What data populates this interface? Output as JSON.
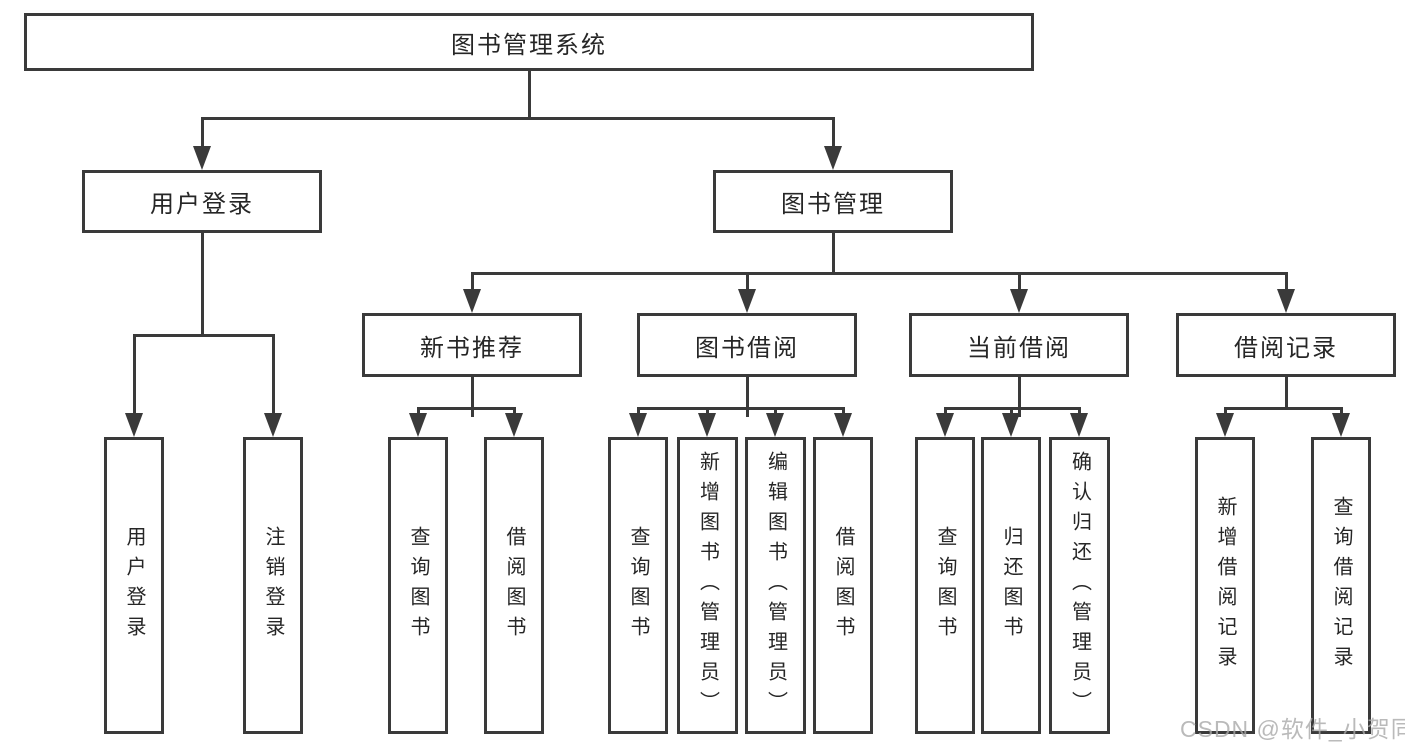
{
  "nodes": {
    "root": {
      "label": "图书管理系统"
    },
    "user_login": {
      "label": "用户登录",
      "children": {
        "login": {
          "label": "用户登录"
        },
        "logout": {
          "label": "注销登录"
        }
      }
    },
    "book_management": {
      "label": "图书管理",
      "children": {
        "new_book_recommend": {
          "label": "新书推荐",
          "children": {
            "query_book": {
              "label": "查询图书"
            },
            "borrow_book": {
              "label": "借阅图书"
            }
          }
        },
        "book_borrowing": {
          "label": "图书借阅",
          "children": {
            "query_book": {
              "label": "查询图书"
            },
            "add_book": {
              "label": "新增图书（管理员）"
            },
            "edit_book": {
              "label": "编辑图书（管理员）"
            },
            "borrow_book": {
              "label": "借阅图书"
            }
          }
        },
        "current_borrowing": {
          "label": "当前借阅",
          "children": {
            "query_book": {
              "label": "查询图书"
            },
            "return_book": {
              "label": "归还图书"
            },
            "confirm_return": {
              "label": "确认归还（管理员）"
            }
          }
        },
        "borrowing_records": {
          "label": "借阅记录",
          "children": {
            "add_record": {
              "label": "新增借阅记录"
            },
            "query_record": {
              "label": "查询借阅记录"
            }
          }
        }
      }
    }
  },
  "watermark": {
    "text": "CSDN @软件_小贺同学"
  },
  "colors": {
    "line": "#3a3a3a",
    "box_border": "#3a3a3a",
    "box_fill": "#ffffff",
    "text": "#262626",
    "watermark": "#a9a9a9",
    "background": "#ffffff"
  }
}
